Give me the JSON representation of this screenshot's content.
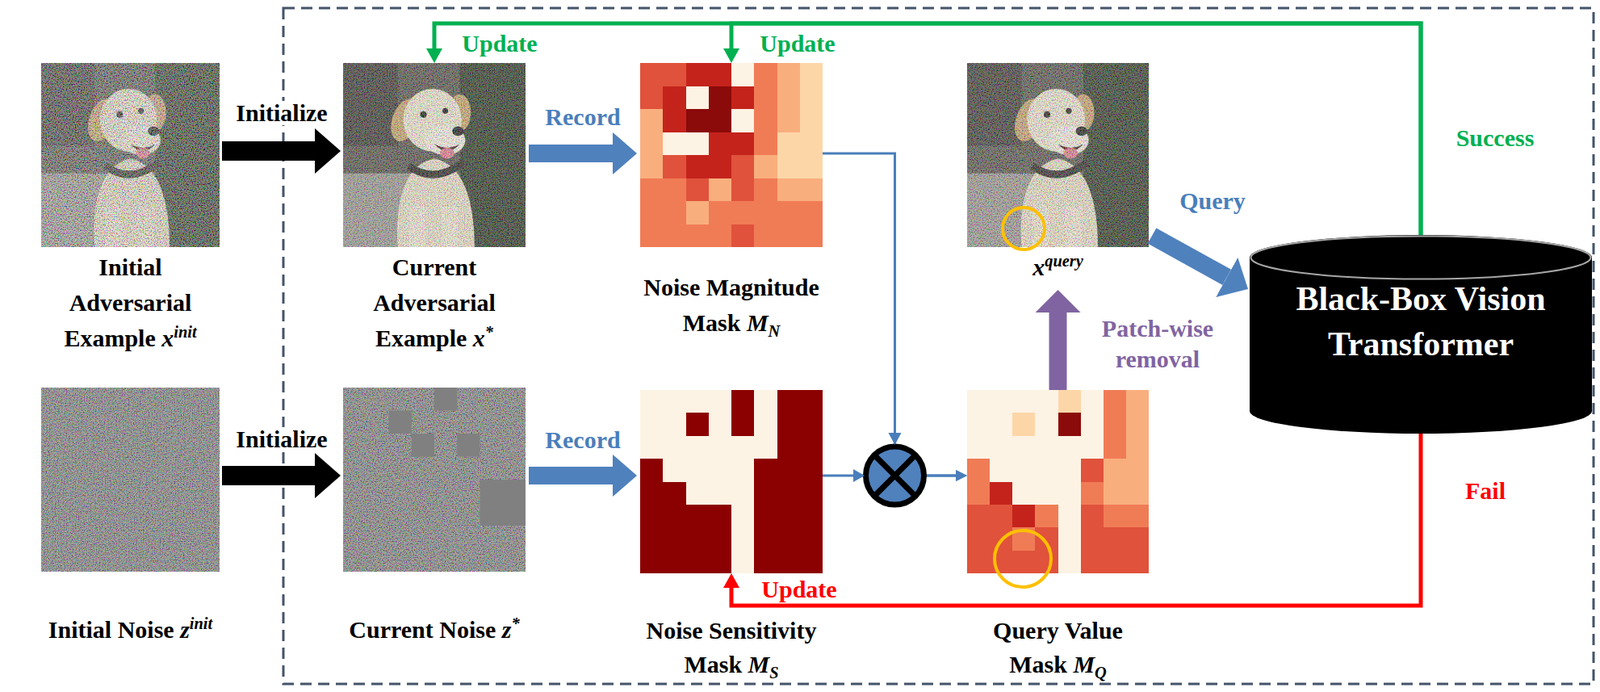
{
  "diagram": {
    "nodes": [
      {
        "text": [
          "Initial Adversarial Example xinit"
        ]
      },
      {
        "text": [
          "Current Adversarial Example x*"
        ]
      },
      {
        "text": [
          "Noise Magnitude Mask MN"
        ]
      },
      {
        "text": [
          "xquery"
        ]
      },
      {
        "text": [
          "Black-Box Vision Transformer"
        ]
      },
      {
        "text": [
          "Initial Noise zinit"
        ]
      },
      {
        "text": [
          "Current Noise z*"
        ]
      },
      {
        "text": [
          "Noise Sensitivity Mask MS"
        ]
      },
      {
        "text": [
          "Query Value Mask MQ"
        ]
      }
    ],
    "edges": [
      {
        "from": 0,
        "to": 1,
        "arrow": "to",
        "label": "Initialize"
      },
      {
        "from": 1,
        "to": 2,
        "arrow": "to",
        "label": "Record"
      },
      {
        "from": 5,
        "to": 6,
        "arrow": "to",
        "label": "Initialize"
      },
      {
        "from": 6,
        "to": 7,
        "arrow": "to",
        "label": "Record"
      },
      {
        "from": 2,
        "to": 8,
        "arrow": "to"
      },
      {
        "from": 7,
        "to": 8,
        "arrow": "to"
      },
      {
        "from": 8,
        "to": 3,
        "arrow": "to",
        "label": "Patch-wise removal"
      },
      {
        "from": 3,
        "to": 4,
        "arrow": "to",
        "label": "Query"
      },
      {
        "from": 4,
        "to": 1,
        "arrow": "to",
        "label": "Update"
      },
      {
        "from": 4,
        "to": 2,
        "arrow": "to",
        "label": "Update"
      },
      {
        "from": 4,
        "to": 7,
        "arrow": "to",
        "label": "Update"
      }
    ],
    "labels": [
      "Success",
      "Fail"
    ]
  }
}
